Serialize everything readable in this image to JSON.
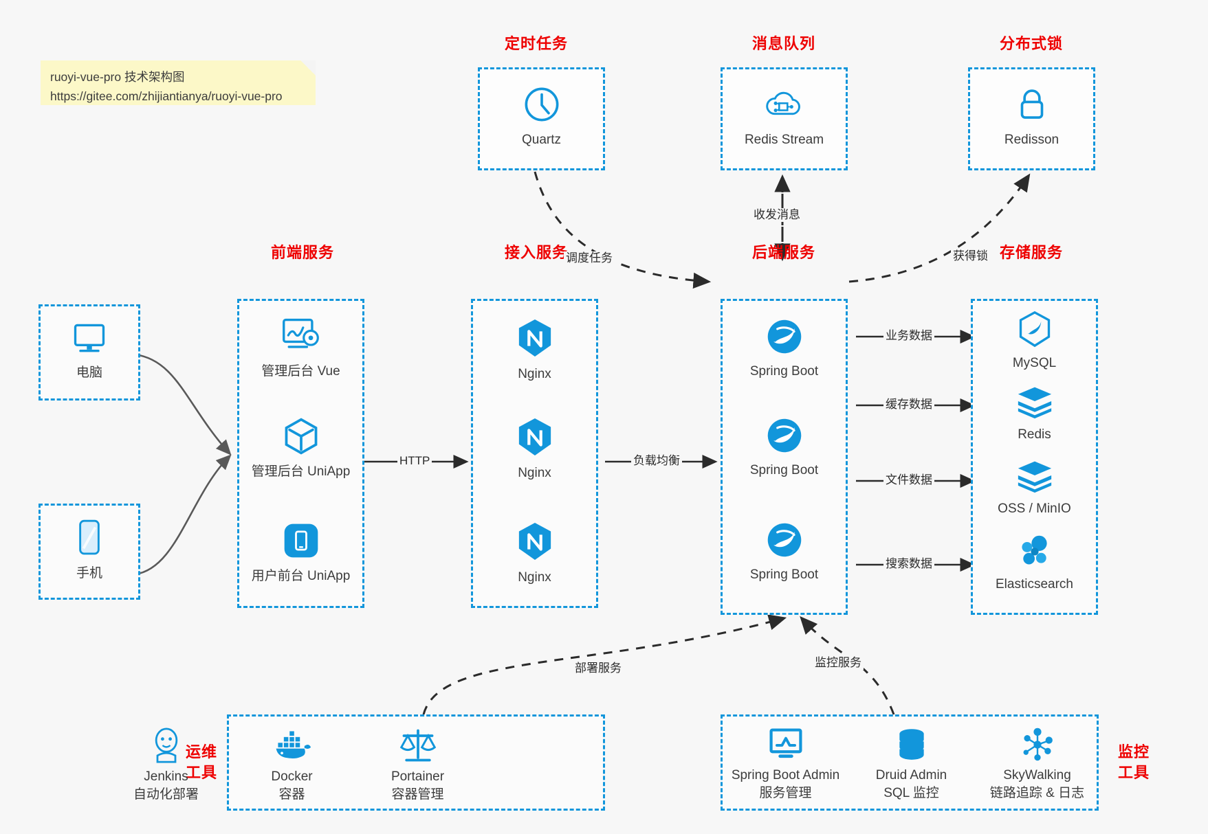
{
  "note": {
    "line1": "ruoyi-vue-pro 技术架构图",
    "line2": "https://gitee.com/zhijiantianya/ruoyi-vue-pro"
  },
  "colors": {
    "accent": "#1296db",
    "title_red": "#ee0000",
    "text": "#3c3c3c",
    "background": "#f7f7f7",
    "note_bg": "#fcf8c8",
    "arrow": "#2b2b2b",
    "curve_gray": "#595959"
  },
  "groups": {
    "scheduler": {
      "title": "定时任务",
      "items": [
        {
          "label": "Quartz",
          "icon": "clock-icon"
        }
      ]
    },
    "mq": {
      "title": "消息队列",
      "items": [
        {
          "label": "Redis Stream",
          "icon": "cloud-node-icon"
        }
      ]
    },
    "lock": {
      "title": "分布式锁",
      "items": [
        {
          "label": "Redisson",
          "icon": "lock-icon"
        }
      ]
    },
    "frontend": {
      "title": "前端服务",
      "items": [
        {
          "label": "管理后台 Vue",
          "icon": "dashboard-gear-icon"
        },
        {
          "label": "管理后台 UniApp",
          "icon": "cube-icon"
        },
        {
          "label": "用户前台 UniApp",
          "icon": "mobile-app-icon"
        }
      ]
    },
    "gateway": {
      "title": "接入服务",
      "items": [
        {
          "label": "Nginx",
          "icon": "nginx-icon"
        },
        {
          "label": "Nginx",
          "icon": "nginx-icon"
        },
        {
          "label": "Nginx",
          "icon": "nginx-icon"
        }
      ]
    },
    "backend": {
      "title": "后端服务",
      "items": [
        {
          "label": "Spring Boot",
          "icon": "spring-leaf-icon"
        },
        {
          "label": "Spring Boot",
          "icon": "spring-leaf-icon"
        },
        {
          "label": "Spring Boot",
          "icon": "spring-leaf-icon"
        }
      ]
    },
    "storage": {
      "title": "存储服务",
      "items": [
        {
          "label": "MySQL",
          "icon": "mysql-dolphin-icon"
        },
        {
          "label": "Redis",
          "icon": "redis-stack-icon"
        },
        {
          "label": "OSS / MinIO",
          "icon": "redis-stack-icon"
        },
        {
          "label": "Elasticsearch",
          "icon": "elasticsearch-icon"
        }
      ]
    },
    "devops": {
      "title_line1": "运维",
      "title_line2": "工具",
      "items": [
        {
          "label": "Jenkins",
          "sub": "自动化部署",
          "icon": "jenkins-butler-icon"
        },
        {
          "label": "Docker",
          "sub": "容器",
          "icon": "docker-whale-icon"
        },
        {
          "label": "Portainer",
          "sub": "容器管理",
          "icon": "scales-icon"
        }
      ]
    },
    "monitor": {
      "title_line1": "监控",
      "title_line2": "工具",
      "items": [
        {
          "label": "Spring Boot Admin",
          "sub": "服务管理",
          "icon": "monitor-chart-icon"
        },
        {
          "label": "Druid Admin",
          "sub": "SQL 监控",
          "icon": "database-icon"
        },
        {
          "label": "SkyWalking",
          "sub": "链路追踪 & 日志",
          "icon": "skywalking-nodes-icon"
        }
      ]
    }
  },
  "clients": [
    {
      "label": "电脑",
      "icon": "desktop-icon"
    },
    {
      "label": "手机",
      "icon": "phone-icon"
    }
  ],
  "edges": {
    "http": "HTTP",
    "load_balance": "负载均衡",
    "schedule_task": "调度任务",
    "send_receive_message": "收发消息",
    "acquire_lock": "获得锁",
    "business_data": "业务数据",
    "cache_data": "缓存数据",
    "file_data": "文件数据",
    "search_data": "搜索数据",
    "deploy_service": "部署服务",
    "monitor_service": "监控服务"
  }
}
